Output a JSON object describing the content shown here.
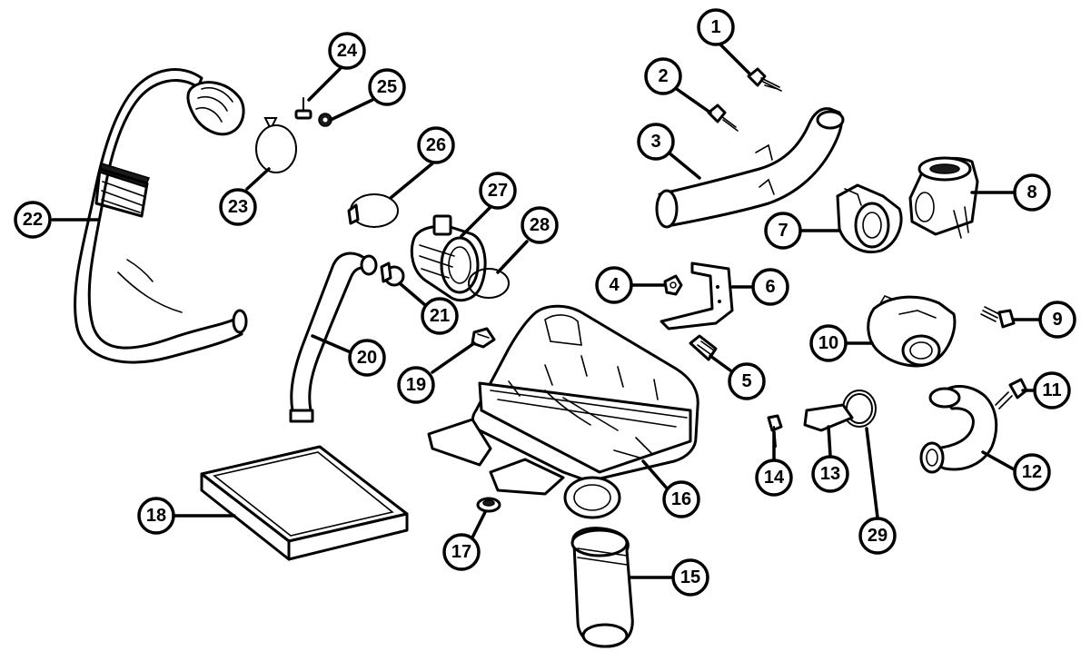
{
  "callouts": [
    {
      "number": "1"
    },
    {
      "number": "2"
    },
    {
      "number": "3"
    },
    {
      "number": "4"
    },
    {
      "number": "5"
    },
    {
      "number": "6"
    },
    {
      "number": "7"
    },
    {
      "number": "8"
    },
    {
      "number": "9"
    },
    {
      "number": "10"
    },
    {
      "number": "11"
    },
    {
      "number": "12"
    },
    {
      "number": "13"
    },
    {
      "number": "14"
    },
    {
      "number": "15"
    },
    {
      "number": "16"
    },
    {
      "number": "17"
    },
    {
      "number": "18"
    },
    {
      "number": "19"
    },
    {
      "number": "20"
    },
    {
      "number": "21"
    },
    {
      "number": "22"
    },
    {
      "number": "23"
    },
    {
      "number": "24"
    },
    {
      "number": "25"
    },
    {
      "number": "26"
    },
    {
      "number": "27"
    },
    {
      "number": "28"
    },
    {
      "number": "29"
    }
  ]
}
